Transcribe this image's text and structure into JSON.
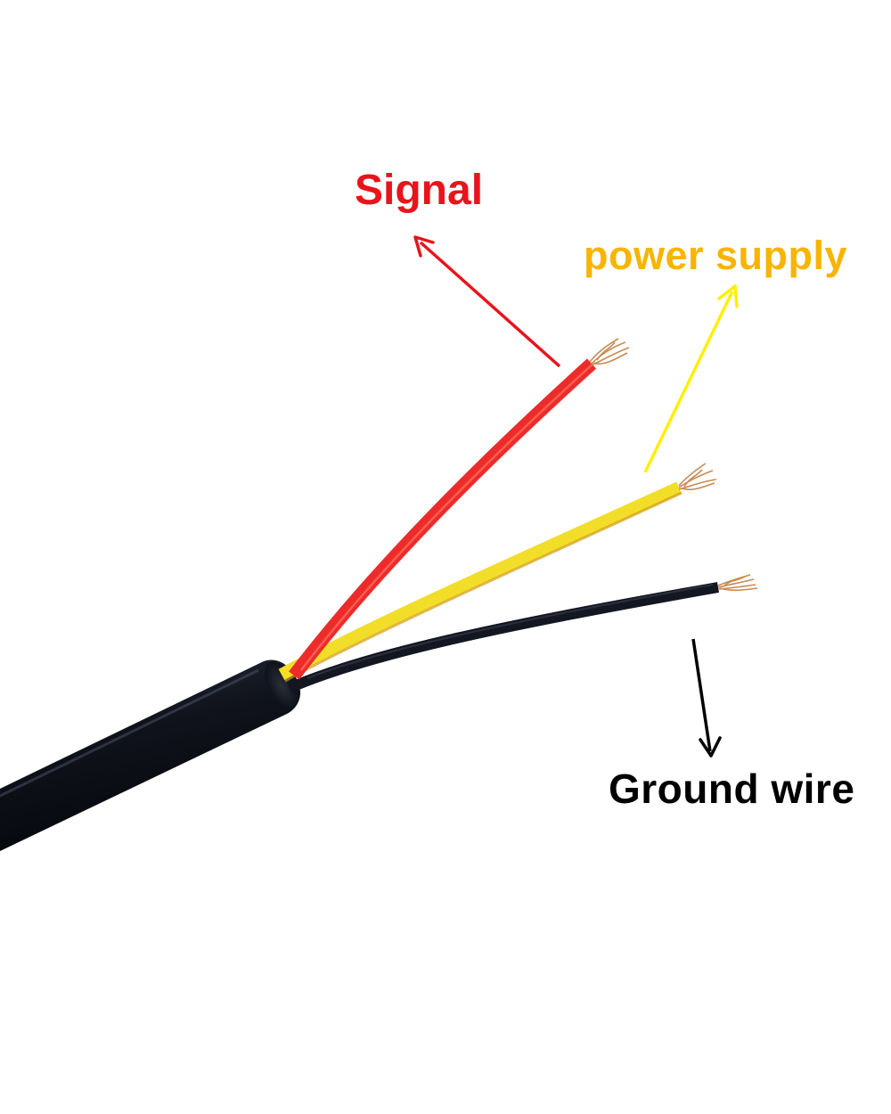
{
  "labels": {
    "signal": {
      "text": "Signal",
      "color": "#e8141c"
    },
    "power_supply": {
      "text": "power supply",
      "color": "#f7b400"
    },
    "ground_wire": {
      "text": "Ground wire",
      "color": "#000000"
    }
  },
  "arrows": {
    "signal": {
      "color": "#e8141c"
    },
    "power_supply": {
      "color": "#ffef00"
    },
    "ground_wire": {
      "color": "#000000"
    }
  },
  "wires": {
    "signal": {
      "insulation_color": "#ee2b2b"
    },
    "power_supply": {
      "insulation_color": "#f2de28"
    },
    "ground_wire": {
      "insulation_color": "#141722"
    }
  },
  "cable": {
    "jacket_color": "#10131c"
  }
}
